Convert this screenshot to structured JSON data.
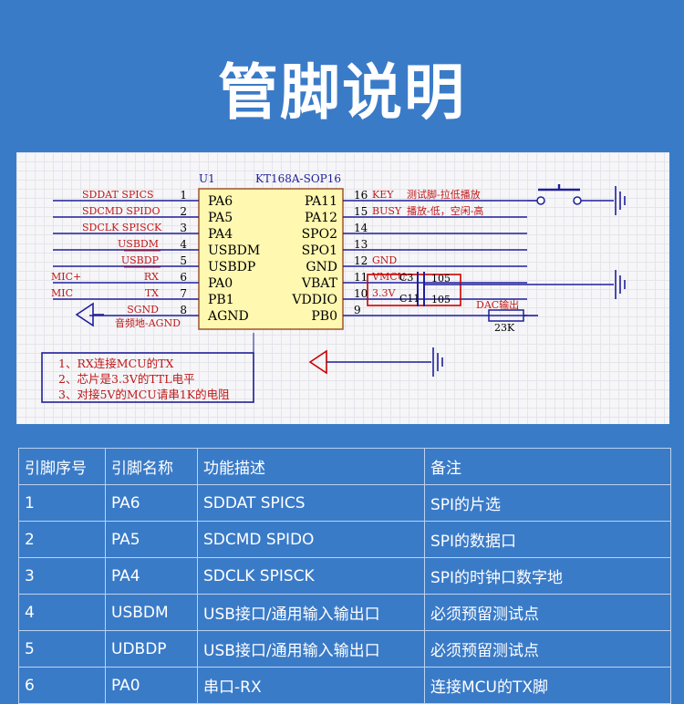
{
  "title": "管脚说明",
  "schematic": {
    "ref": "U1",
    "part": "KT168A-SOP16",
    "left_pins": [
      {
        "no": "1",
        "name": "PA6",
        "net": "SDDAT SPICS"
      },
      {
        "no": "2",
        "name": "PA5",
        "net": "SDCMD SPIDO"
      },
      {
        "no": "3",
        "name": "PA4",
        "net": "SDCLK SPISCK"
      },
      {
        "no": "4",
        "name": "USBDM",
        "net": "USBDM"
      },
      {
        "no": "5",
        "name": "USBDP",
        "net": "USBDP"
      },
      {
        "no": "6",
        "name": "PA0",
        "net": "RX",
        "ext": "MIC+"
      },
      {
        "no": "7",
        "name": "PB1",
        "net": "TX",
        "ext": "MIC"
      },
      {
        "no": "8",
        "name": "AGND",
        "net": "SGND"
      }
    ],
    "right_pins": [
      {
        "no": "16",
        "name": "PA11",
        "net": "KEY"
      },
      {
        "no": "15",
        "name": "PA12",
        "net": "BUSY"
      },
      {
        "no": "14",
        "name": "SPO2"
      },
      {
        "no": "13",
        "name": "SPO1"
      },
      {
        "no": "12",
        "name": "GND",
        "net": "GND"
      },
      {
        "no": "11",
        "name": "VBAT",
        "net": "VMCU"
      },
      {
        "no": "10",
        "name": "VDDIO",
        "net": "3.3V"
      },
      {
        "no": "9",
        "name": "PB0"
      }
    ],
    "key_note": "测试脚-拉低播放",
    "busy_note": "播放-低，空闲-高",
    "agnd_note": "音频地-AGND",
    "c3_ref": "C3",
    "c3_val": "105",
    "c11_ref": "C11",
    "c11_val": "105",
    "dac_label": "DAC输出",
    "res_val": "23K",
    "notes": [
      "1、RX连接MCU的TX",
      "2、芯片是3.3V的TTL电平",
      "3、对接5V的MCU请串1K的电阻"
    ]
  },
  "table": {
    "headers": [
      "引脚序号",
      "引脚名称",
      "功能描述",
      "备注"
    ],
    "rows": [
      [
        "1",
        "PA6",
        "SDDAT SPICS",
        "SPI的片选"
      ],
      [
        "2",
        "PA5",
        "SDCMD SPIDO",
        "SPI的数据口"
      ],
      [
        "3",
        "PA4",
        "SDCLK SPISCK",
        "SPI的时钟口数字地"
      ],
      [
        "4",
        "USBDM",
        "USB接口/通用输入输出口",
        "必须预留测试点"
      ],
      [
        "5",
        "UDBDP",
        "USB接口/通用输入输出口",
        "必须预留测试点"
      ],
      [
        "6",
        "PA0",
        "串口-RX",
        "连接MCU的TX脚"
      ]
    ]
  },
  "colors": {
    "background": "#3a7bc8",
    "wire": "#1f1f9a",
    "chip_fill": "#fff8b0",
    "chip_border": "#a0522d",
    "net_label": "#c01818",
    "pin_text": "#000000"
  }
}
